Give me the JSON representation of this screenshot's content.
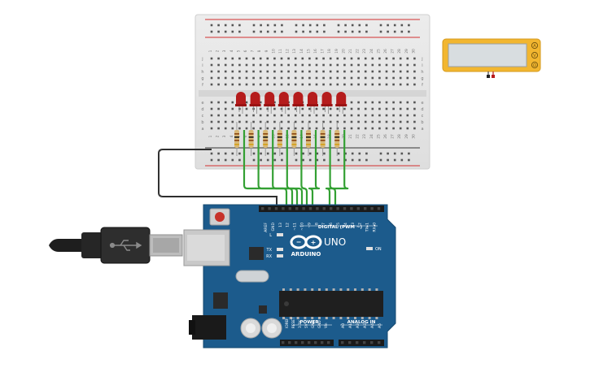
{
  "breadboard": {
    "column_numbers": [
      "1",
      "2",
      "3",
      "4",
      "5",
      "6",
      "7",
      "8",
      "9",
      "10",
      "11",
      "12",
      "13",
      "14",
      "15",
      "16",
      "17",
      "18",
      "19",
      "20",
      "21",
      "22",
      "23",
      "24",
      "25",
      "26",
      "27",
      "28",
      "29",
      "30"
    ],
    "row_letters_top": [
      "j",
      "i",
      "h",
      "g",
      "f"
    ],
    "row_letters_bottom": [
      "e",
      "d",
      "c",
      "b",
      "a"
    ],
    "leds": 8,
    "colors": {
      "board": "#e4e4e4",
      "led": "#b51c1c",
      "wire": "#33a033",
      "rail_red": "#d23030",
      "rail_black": "#333333"
    }
  },
  "multimeter": {
    "display_value": "",
    "colors": {
      "body": "#f2b630",
      "screen": "#d8dde0"
    }
  },
  "arduino": {
    "brand": "ARDUINO",
    "model": "UNO",
    "digital_label": "DIGITAL (PWM ~)",
    "power_label": "POWER",
    "analog_label": "ANALOG IN",
    "on_label": "ON",
    "led_labels": [
      "L",
      "TX",
      "RX"
    ],
    "digital_pins": [
      "AREF",
      "GND",
      "13",
      "12",
      "~11",
      "~10",
      "~9",
      "8",
      "7",
      "~6",
      "~5",
      "4",
      "~3",
      "2",
      "TX▸1",
      "RX◂0"
    ],
    "power_pins": [
      "IOREF",
      "RESET",
      "3.3V",
      "5V",
      "GND",
      "GND",
      "Vin"
    ],
    "analog_pins": [
      "A0",
      "A1",
      "A2",
      "A3",
      "A4",
      "A5"
    ],
    "colors": {
      "board": "#1c5b8c",
      "accent": "#ffffff"
    }
  }
}
